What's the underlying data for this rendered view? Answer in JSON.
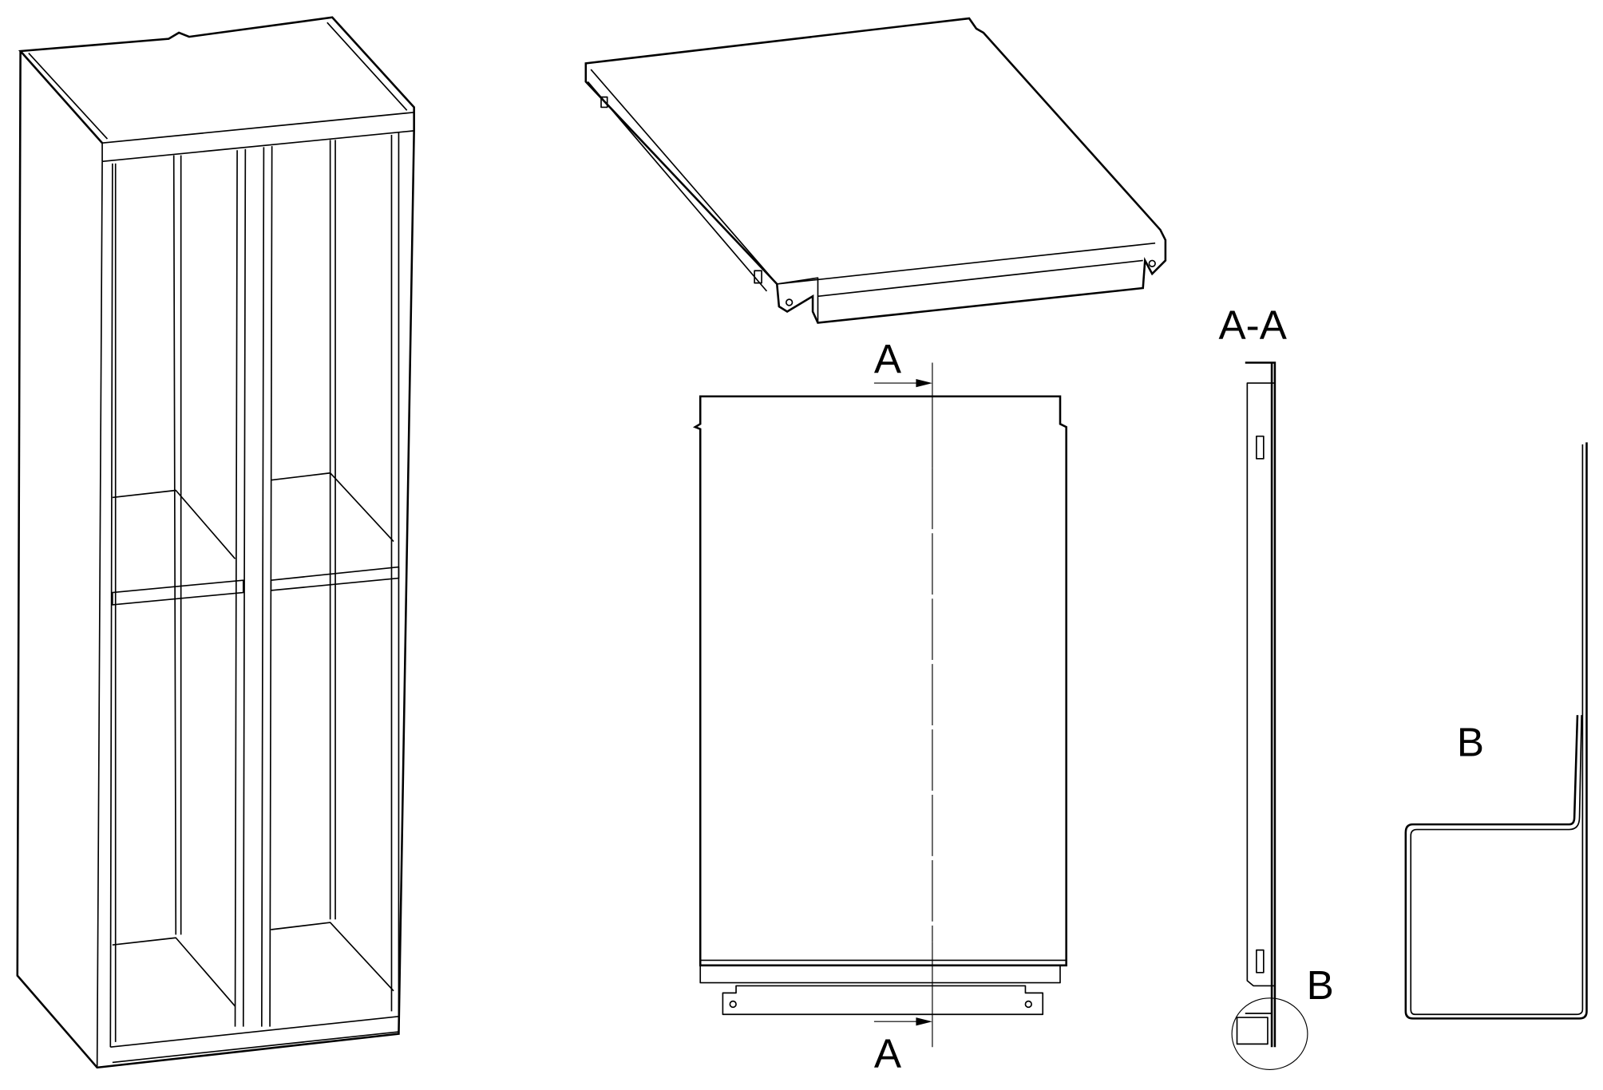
{
  "labels": {
    "section_top": "A",
    "section_bottom": "A",
    "section_title": "A-A",
    "detail_marker": "B",
    "detail_title": "B"
  },
  "colors": {
    "line": "#000000",
    "background": "#ffffff"
  }
}
